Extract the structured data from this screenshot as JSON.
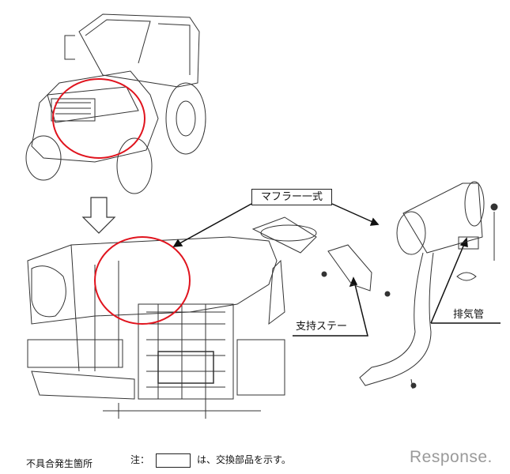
{
  "labels": {
    "muffler_assembly": "マフラー一式",
    "support_stay": "支持ステー",
    "exhaust_pipe": "排気管"
  },
  "legend": {
    "defect_location": "不具合発生箇所",
    "note_prefix": "注：",
    "note_text": "は、交換部品を示す。"
  },
  "watermark": "Response.",
  "colors": {
    "highlight": "#e0141e",
    "line": "#222222"
  }
}
